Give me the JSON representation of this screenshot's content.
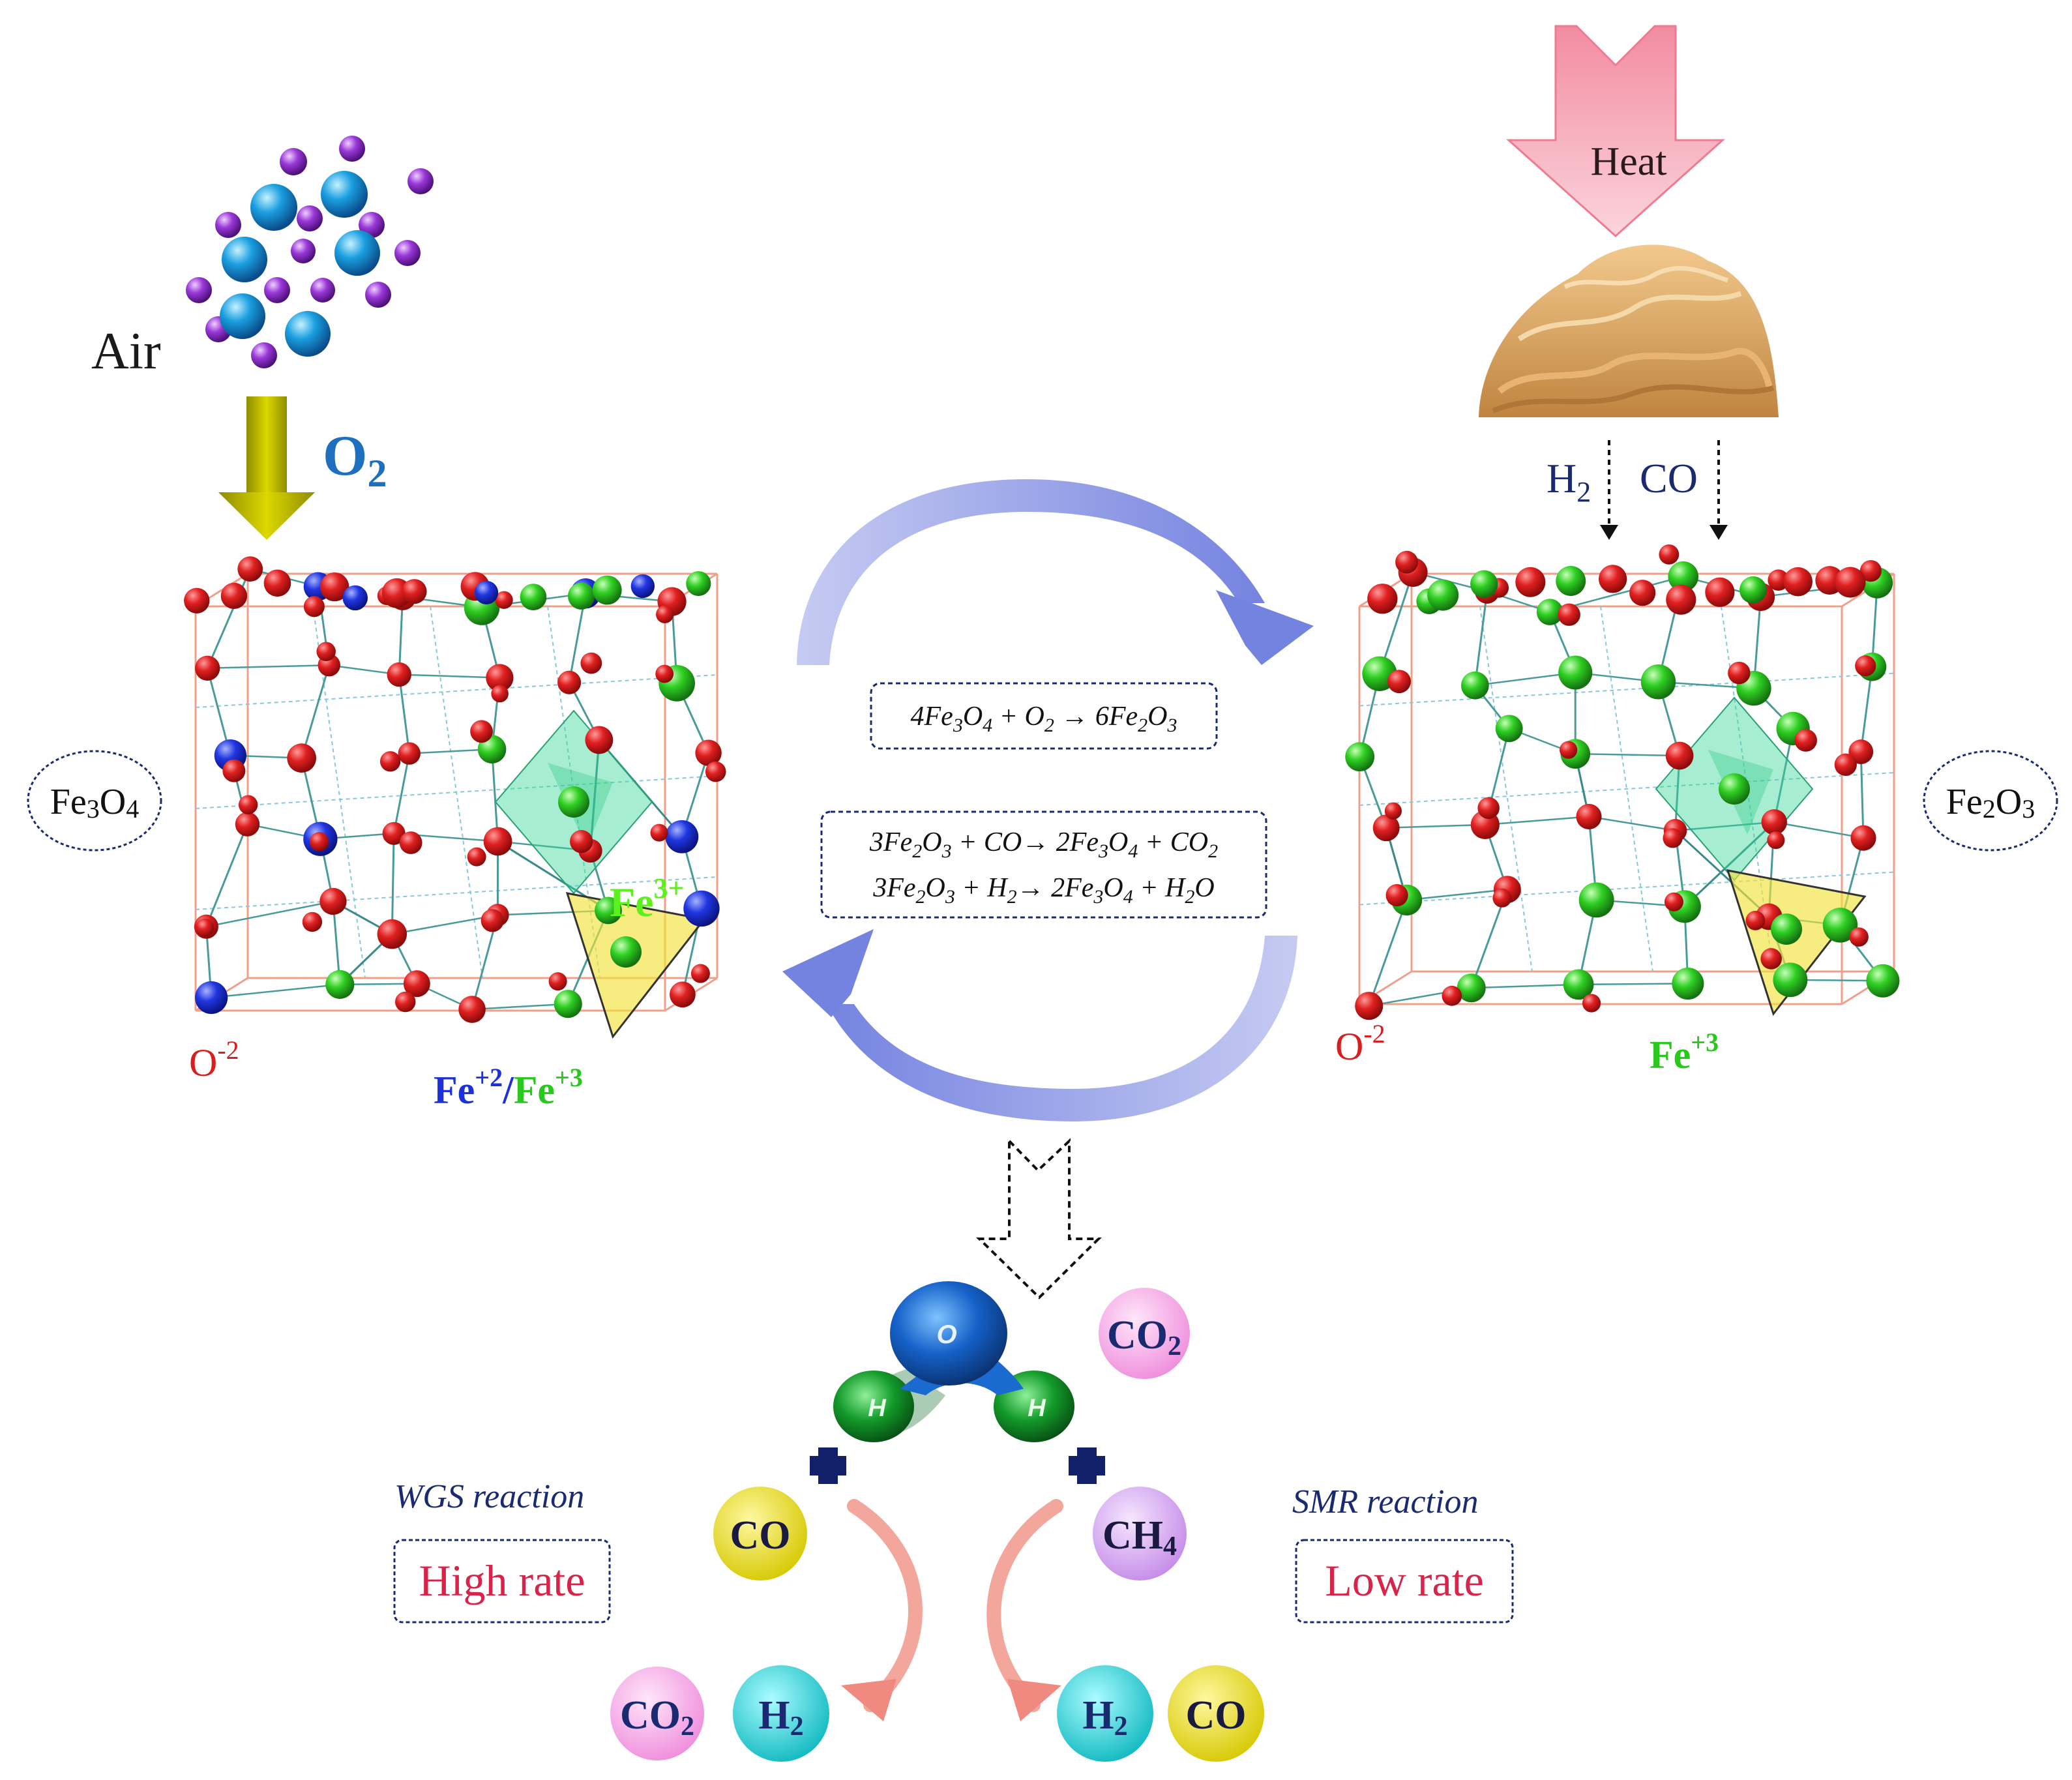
{
  "labels": {
    "air": "Air",
    "o2": "O",
    "o2_sub": "2",
    "heat": "Heat",
    "h2": "H",
    "h2_sub": "2",
    "co": "CO",
    "fe3o4_left": "Fe3O4",
    "fe2o3_right": "Fe2O3",
    "o_ion_left": "O",
    "o_ion_left_sup": "-2",
    "o_ion_right": "O",
    "o_ion_right_sup": "-2",
    "fe_left_a": "Fe",
    "fe_left_a_sup": "+2",
    "fe_left_sep": "/",
    "fe_left_b": "Fe",
    "fe_left_b_sup": "+3",
    "fe3plus": "Fe",
    "fe3plus_sup": "3+",
    "fe_right": "Fe",
    "fe_right_sup": "+3"
  },
  "equations": {
    "oxidation": "4Fe3O4 + O2 → 6Fe2O3",
    "reduction_co": "3Fe2O3 + CO→ 2Fe3O4 + CO2",
    "reduction_h2": "3Fe2O3 + H2→ 2Fe3O4 + H2O"
  },
  "water": {
    "o": "O",
    "h1": "H",
    "h2": "H"
  },
  "bubbles": {
    "co2_top": "CO2",
    "co_left": "CO",
    "ch4_right": "CH4",
    "co2_bottom": "CO2",
    "h2_bottom_left": "H2",
    "h2_bottom_right": "H2",
    "co_bottom": "CO"
  },
  "reactions": {
    "wgs_title": "WGS reaction",
    "wgs_rate": "High rate",
    "smr_title": "SMR reaction",
    "smr_rate": "Low rate"
  },
  "colors": {
    "oxygen_red": "#d81e1e",
    "fe2_blue": "#1c32d8",
    "fe3_green": "#28c81c",
    "cycle_arrow": "#8b95e0",
    "o2_arrow": "#c6c400",
    "heat_arrow": "#f7a9b5",
    "water_blue": "#1461c8",
    "water_green": "#138a24",
    "co2_pink": "#f4a6e6",
    "co_yellow": "#e6dc0a",
    "ch4_purple": "#d49af0",
    "h2_cyan": "#16c9cc",
    "rate_red": "#d8244a",
    "navy": "#1a2a70"
  }
}
